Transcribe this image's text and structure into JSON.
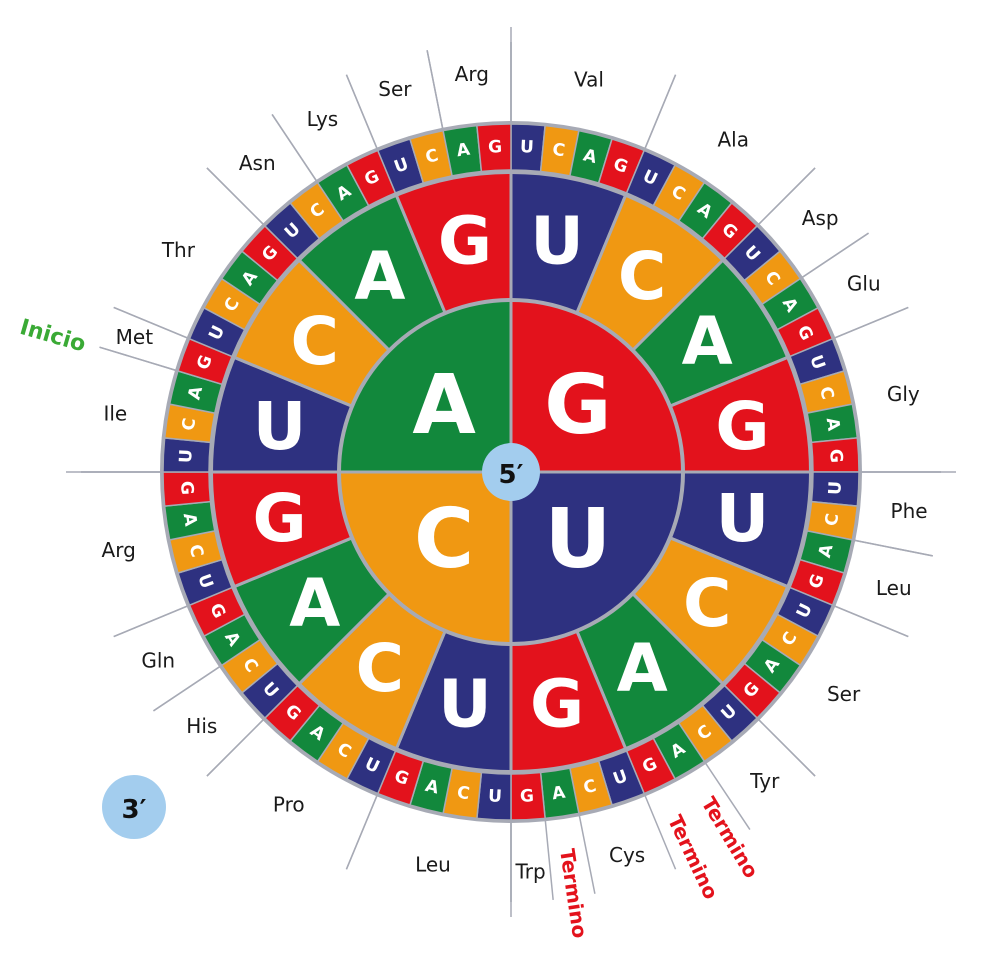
{
  "colors": {
    "U": "#2e3180",
    "C": "#f09812",
    "A": "#12883c",
    "G": "#e3121c",
    "hub": "#a3cdee",
    "ring_gap": "#a7aab5",
    "leader": "#a7aab5",
    "start": "#3aaa35",
    "stop": "#e3121c"
  },
  "hub": {
    "five_prime": "5′",
    "three_prime": "3′"
  },
  "first_bases": [
    "G",
    "U",
    "C",
    "A"
  ],
  "order": [
    "U",
    "C",
    "A",
    "G"
  ],
  "amino_acids": {
    "GU": "Val",
    "GC": "Ala",
    "GAUC": "Asp",
    "GAAG": "Glu",
    "GG": "Gly",
    "UUUC": "Phe",
    "UUAG": "Leu",
    "UC": "Ser",
    "UAUC": "Tyr",
    "UGUC": "Cys",
    "UGG": "Trp",
    "CU": "Leu",
    "CC": "Pro",
    "CAUC": "His",
    "CAAG": "Gln",
    "CG": "Arg",
    "AUUCA": "Ile",
    "AUG": "Met",
    "AC": "Thr",
    "AAUC": "Asn",
    "AAAG": "Lys",
    "AGUC": "Ser",
    "AGAG": "Arg"
  },
  "special": {
    "inicio": "Inicio",
    "termino": "Termino"
  }
}
